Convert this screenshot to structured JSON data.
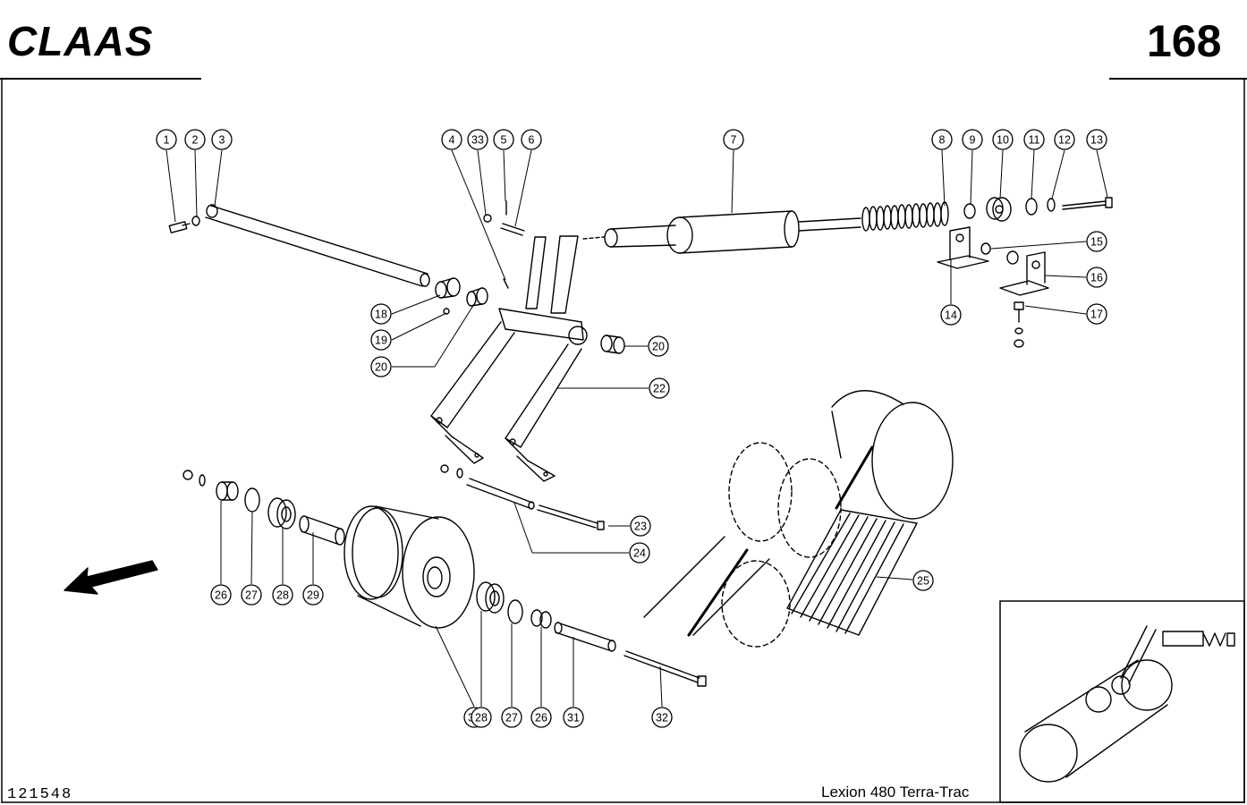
{
  "header": {
    "brand": "CLAAS",
    "page_number": "168"
  },
  "footer": {
    "document_id": "121548",
    "model": "Lexion 480 Terra-Trac"
  },
  "callouts": [
    {
      "label": "1"
    },
    {
      "label": "2"
    },
    {
      "label": "3"
    },
    {
      "label": "4"
    },
    {
      "label": "33"
    },
    {
      "label": "5"
    },
    {
      "label": "6"
    },
    {
      "label": "7"
    },
    {
      "label": "8"
    },
    {
      "label": "9"
    },
    {
      "label": "10"
    },
    {
      "label": "11"
    },
    {
      "label": "12"
    },
    {
      "label": "13"
    },
    {
      "label": "15"
    },
    {
      "label": "16"
    },
    {
      "label": "14"
    },
    {
      "label": "17"
    },
    {
      "label": "18"
    },
    {
      "label": "19"
    },
    {
      "label": "20"
    },
    {
      "label": "20"
    },
    {
      "label": "22"
    },
    {
      "label": "23"
    },
    {
      "label": "24"
    },
    {
      "label": "25"
    },
    {
      "label": "26"
    },
    {
      "label": "27"
    },
    {
      "label": "28"
    },
    {
      "label": "29"
    },
    {
      "label": "30"
    },
    {
      "label": "28"
    },
    {
      "label": "27"
    },
    {
      "label": "26"
    },
    {
      "label": "31"
    },
    {
      "label": "32"
    }
  ],
  "icons": {
    "direction_arrow": "arrow-left-down-icon"
  }
}
